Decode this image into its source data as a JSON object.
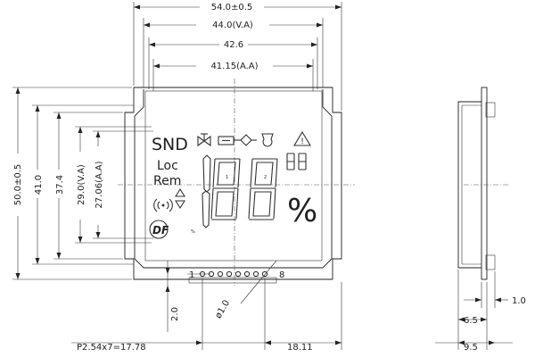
{
  "top_dimensions": {
    "overall_width": "54.0±0.5",
    "viewing_area_width": "44.0(V.A)",
    "glass_width": "42.6",
    "active_area_width": "41.15(A.A)"
  },
  "left_dimensions": {
    "overall_height": "50.0±0.5",
    "outline_height": "41.0",
    "glass_height": "37.4",
    "viewing_area_height": "29.0(V.A)",
    "active_area_height": "27.06(A.A)"
  },
  "bottom_dimensions": {
    "pin_offset_vertical": "2.0",
    "pin_diameter": "ø1.0",
    "pin_pitch": "P2.54x7=17.78",
    "pin_edge_offset": "18.11",
    "pin_first_label": "1",
    "pin_last_label": "8"
  },
  "side_dimensions": {
    "pin_thickness": "1.0",
    "body_depth": "6.5",
    "total_depth": "9.5"
  },
  "lcd_segments": {
    "sound_label": "SND",
    "local_label": "Loc",
    "remote_label": "Rem",
    "percent_symbol": "%",
    "logo_text": "DF",
    "digit_mark_1": "1",
    "digit_mark_2": "2",
    "small_mark": "%",
    "warning_symbol": "!"
  }
}
